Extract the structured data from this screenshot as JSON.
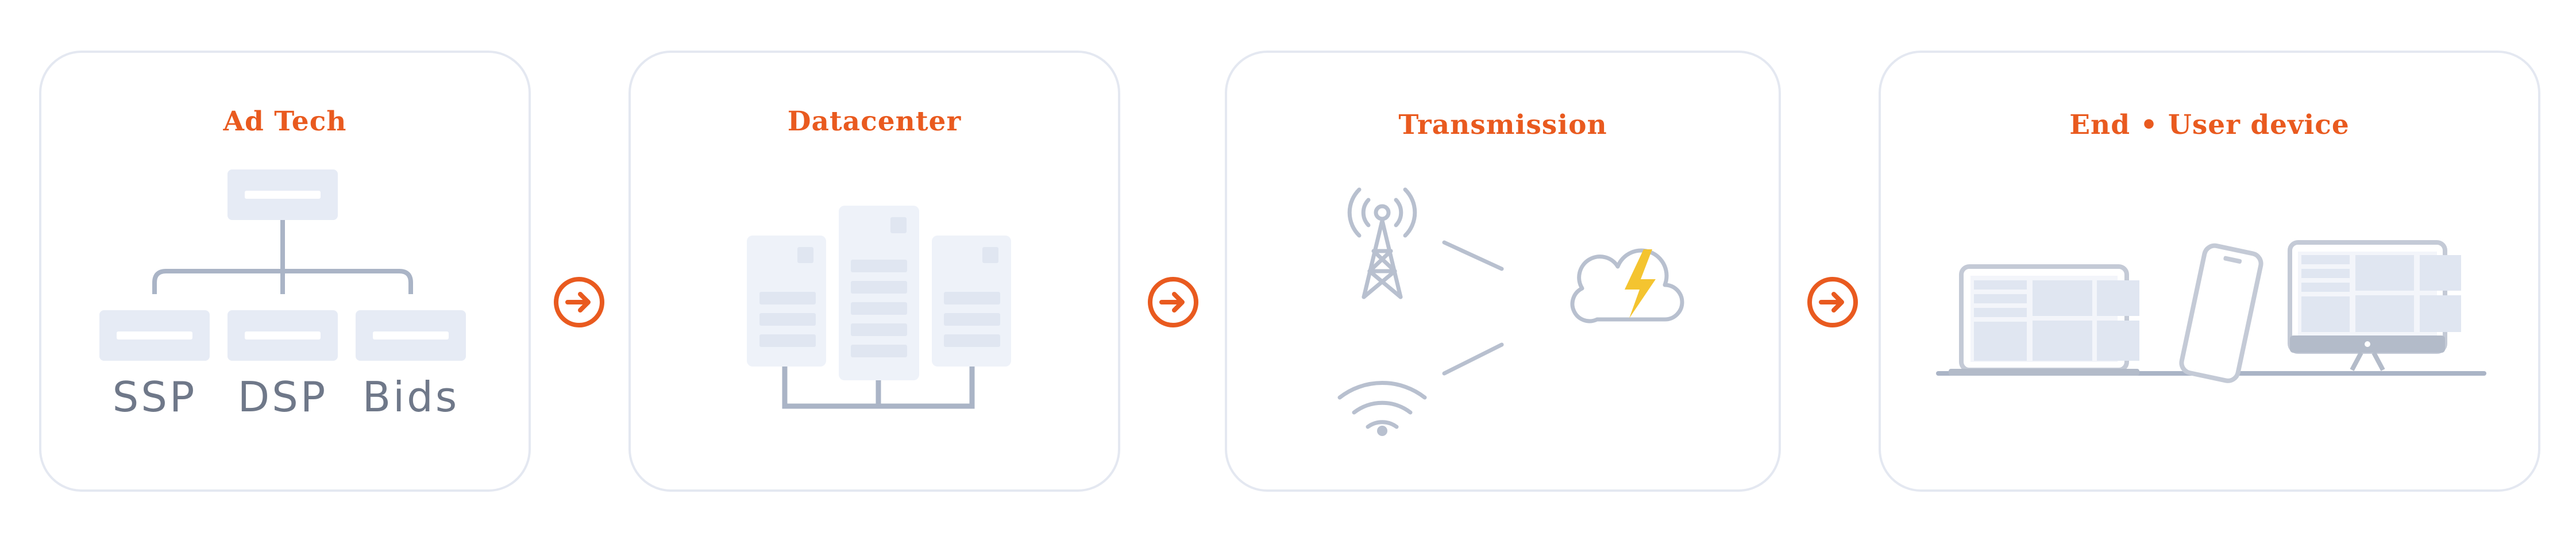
{
  "colors": {
    "accent": "#e95a1f",
    "card_border": "#e4e8f1",
    "icon_fill": "#e6ebf5",
    "icon_line": "#aab4c6",
    "label_gray": "#6f7889",
    "bolt": "#f4c430"
  },
  "icons": {
    "connector": "arrow-right-circle-icon"
  },
  "stages": [
    {
      "title": "Ad Tech",
      "icon": "hierarchy-tree-icon",
      "labels": [
        "SSP",
        "DSP",
        "Bids"
      ]
    },
    {
      "title": "Datacenter",
      "icon": "server-rack-icon"
    },
    {
      "title": "Transmission",
      "icon": "radio-tower-wifi-cloud-icon"
    },
    {
      "title": "End • User device",
      "icon": "laptop-phone-desktop-icon"
    }
  ]
}
